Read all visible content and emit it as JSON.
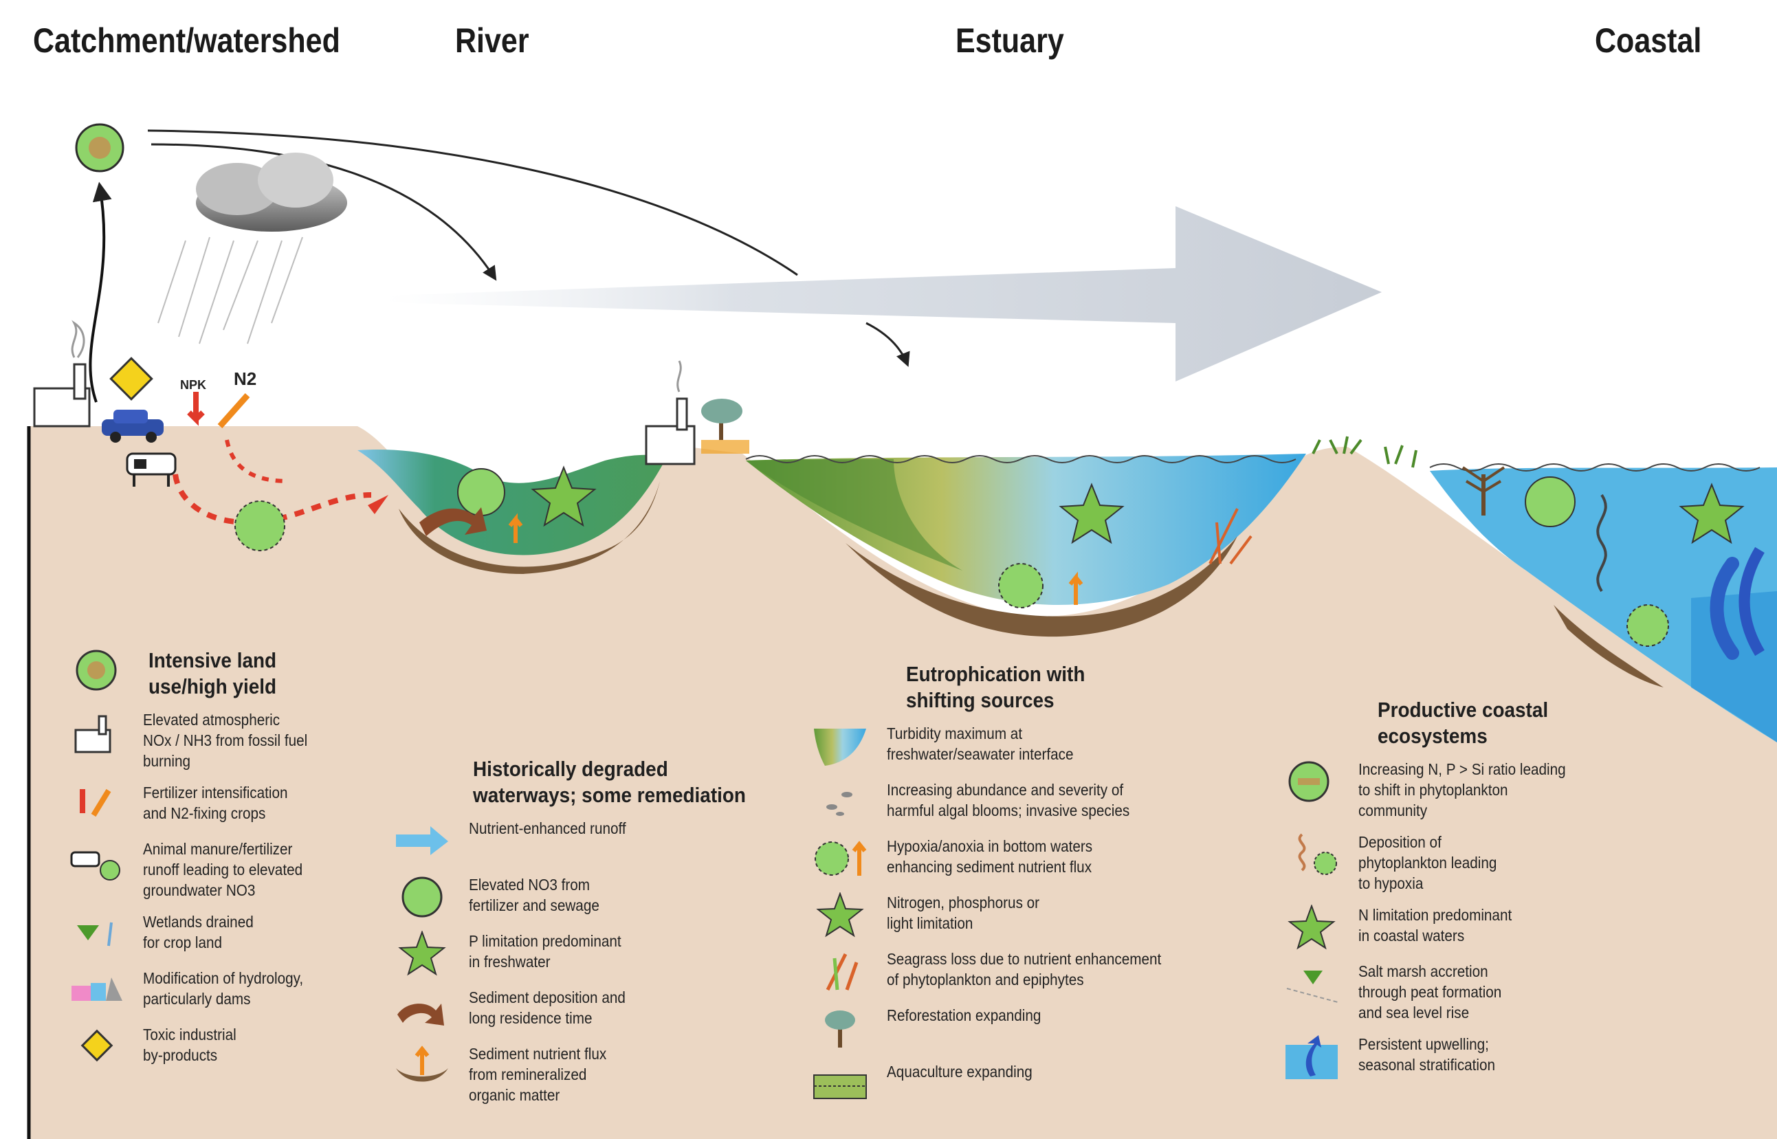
{
  "zones": [
    {
      "id": "catchment",
      "label": "Catchment/watershed"
    },
    {
      "id": "river",
      "label": "River"
    },
    {
      "id": "estuary",
      "label": "Estuary"
    },
    {
      "id": "coastal",
      "label": "Coastal"
    }
  ],
  "scene_labels": {
    "npk": "NPK",
    "n2": "N2"
  },
  "legend": {
    "catchment": {
      "heading": "Intensive land\nuse/high yield",
      "items": [
        {
          "icon": "factory-icon",
          "text": "Elevated atmospheric\nNOx / NH3 from fossil fuel\nburning"
        },
        {
          "icon": "fertilizer-icon",
          "text": "Fertilizer intensification\nand N2-fixing crops"
        },
        {
          "icon": "cow-manure-icon",
          "text": "Animal manure/fertilizer\nrunoff leading to elevated\ngroundwater NO3"
        },
        {
          "icon": "wetland-icon",
          "text": "Wetlands drained\nfor crop land"
        },
        {
          "icon": "dam-icon",
          "text": "Modification of hydrology,\nparticularly dams"
        },
        {
          "icon": "toxic-diamond-icon",
          "text": "Toxic industrial\nby-products"
        }
      ]
    },
    "river": {
      "heading": "Historically degraded\nwaterways; some remediation",
      "items": [
        {
          "icon": "runoff-arrow-icon",
          "text": "Nutrient-enhanced runoff"
        },
        {
          "icon": "nutrient-circle-icon",
          "text": "Elevated NO3 from\nfertilizer and sewage"
        },
        {
          "icon": "star-limitation-icon",
          "text": "P limitation predominant\nin freshwater"
        },
        {
          "icon": "sediment-arrow-icon",
          "text": "Sediment deposition and\nlong residence time"
        },
        {
          "icon": "sediment-flux-icon",
          "text": "Sediment nutrient flux\nfrom remineralized\norganic matter"
        }
      ]
    },
    "estuary": {
      "heading": "Eutrophication with\nshifting sources",
      "items": [
        {
          "icon": "turbidity-icon",
          "text": "Turbidity maximum at\nfreshwater/seawater interface"
        },
        {
          "icon": "algae-bloom-icon",
          "text": "Increasing abundance and severity of\nharmful algal blooms; invasive species"
        },
        {
          "icon": "hypoxia-icon",
          "text": "Hypoxia/anoxia in bottom waters\nenhancing sediment nutrient flux"
        },
        {
          "icon": "star-limitation-icon",
          "text": "Nitrogen, phosphorus or\nlight limitation"
        },
        {
          "icon": "seagrass-icon",
          "text": "Seagrass loss due to nutrient enhancement\nof phytoplankton and epiphytes"
        },
        {
          "icon": "tree-icon",
          "text": "Reforestation expanding"
        },
        {
          "icon": "aquaculture-icon",
          "text": "Aquaculture expanding"
        }
      ]
    },
    "coastal": {
      "heading": "Productive coastal\necosystems",
      "items": [
        {
          "icon": "ratio-circle-icon",
          "text": "Increasing N, P > Si ratio leading\nto shift in phytoplankton\ncommunity"
        },
        {
          "icon": "deposition-icon",
          "text": "Deposition of\nphytoplankton leading\nto hypoxia"
        },
        {
          "icon": "star-limitation-icon",
          "text": "N limitation predominant\nin coastal waters"
        },
        {
          "icon": "salt-marsh-icon",
          "text": "Salt marsh accretion\nthrough peat formation\nand sea level rise"
        },
        {
          "icon": "upwelling-icon",
          "text": "Persistent upwelling;\nseasonal stratification"
        }
      ]
    }
  },
  "colors": {
    "ground": "#ebd7c4",
    "sediment": "#7a5a3a",
    "river_water": "#3e9e6f",
    "estuary_green": "#7aa64a",
    "estuary_blue": "#56b6e4",
    "coastal_blue": "#4fb4e6",
    "star": "#7cc24a",
    "circle": "#8fd46a",
    "arrow_flow": "#c9cfd8",
    "red_runoff": "#e03a2a",
    "toxic": "#f4d21c"
  }
}
